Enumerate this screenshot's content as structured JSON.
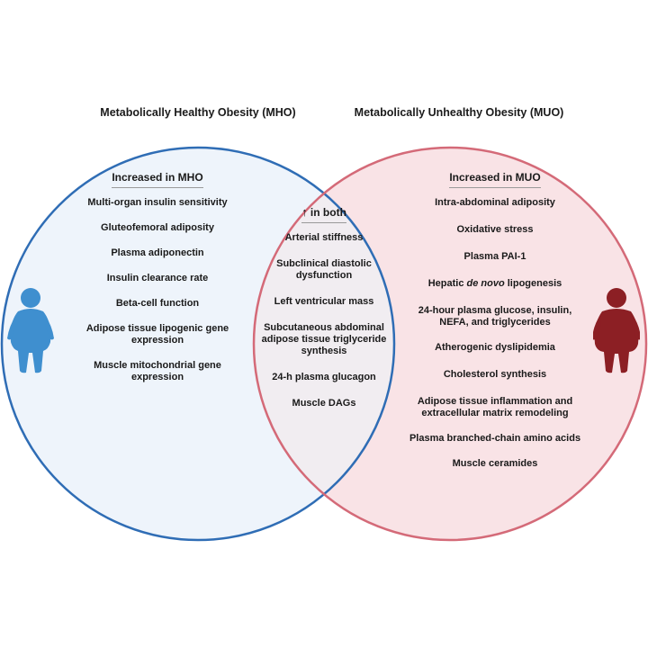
{
  "titles": {
    "mho": "Metabolically Healthy Obesity (MHO)",
    "muo": "Metabolically Unhealthy Obesity (MUO)"
  },
  "mho": {
    "header": "Increased in MHO",
    "items": [
      "Multi-organ insulin sensitivity",
      "Gluteofemoral adiposity",
      "Plasma adiponectin",
      "Insulin clearance rate",
      "Beta-cell function",
      "Adipose tissue lipogenic gene expression",
      "Muscle mitochondrial gene expression"
    ]
  },
  "both": {
    "arrow": "↑",
    "header": "in both",
    "items": [
      "Arterial stiffness",
      "Subclinical diastolic dysfunction",
      "Left ventricular mass",
      "Subcutaneous abdominal adipose tissue triglyceride synthesis",
      "24-h plasma glucagon",
      "Muscle DAGs"
    ]
  },
  "muo": {
    "header": "Increased in MUO",
    "items": [
      "Intra-abdominal adiposity",
      "Oxidative stress",
      "Plasma PAI-1",
      "Hepatic de novo lipogenesis",
      "24-hour plasma glucose, insulin, NEFA, and triglycerides",
      "Atherogenic dyslipidemia",
      "Cholesterol synthesis",
      "Adipose tissue inflammation and extracellular matrix remodeling",
      "Plasma branched-chain amino acids",
      "Muscle ceramides"
    ]
  },
  "colors": {
    "mho_stroke": "#2f6db5",
    "mho_fill": "#eef4fb",
    "muo_stroke": "#d46a78",
    "muo_fill": "#f9e3e6",
    "overlap_fill": "#f1edf1",
    "mho_figure": "#3f8fcf",
    "muo_figure": "#8c1f24"
  }
}
